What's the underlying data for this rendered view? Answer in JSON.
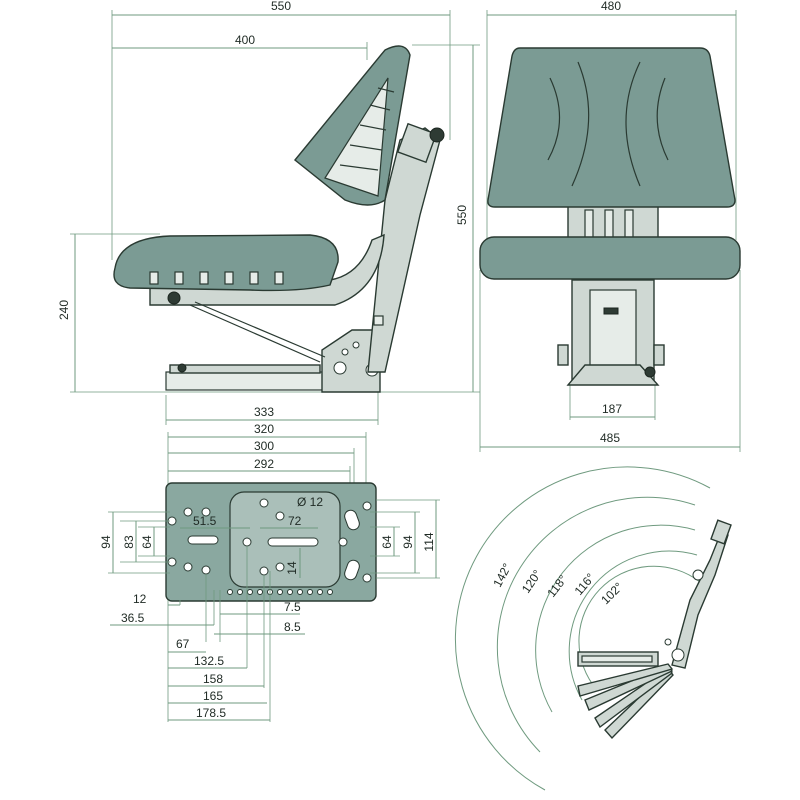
{
  "side_view": {
    "dims": {
      "overall_width": "550",
      "backrest_depth": "400",
      "seat_height": "240",
      "base_length": "333"
    }
  },
  "front_view": {
    "dims": {
      "backrest_width": "480",
      "overall_height": "550",
      "base_width": "187",
      "seat_width": "485"
    }
  },
  "base_plate": {
    "top_dims": [
      "320",
      "300",
      "292"
    ],
    "inner": {
      "hole_dia": "Ø 12",
      "spacing_51": "51.5",
      "slot_72": "72",
      "vertical_14": "14"
    },
    "left_dims": [
      "94",
      "83",
      "64"
    ],
    "right_dims": [
      "64",
      "94",
      "114"
    ],
    "bottom_dims": [
      "12",
      "36.5",
      "7.5",
      "8.5",
      "67",
      "132.5",
      "158",
      "165",
      "178.5"
    ]
  },
  "recline": {
    "angles": [
      "142°",
      "120°",
      "118°",
      "116°",
      "102°"
    ]
  }
}
